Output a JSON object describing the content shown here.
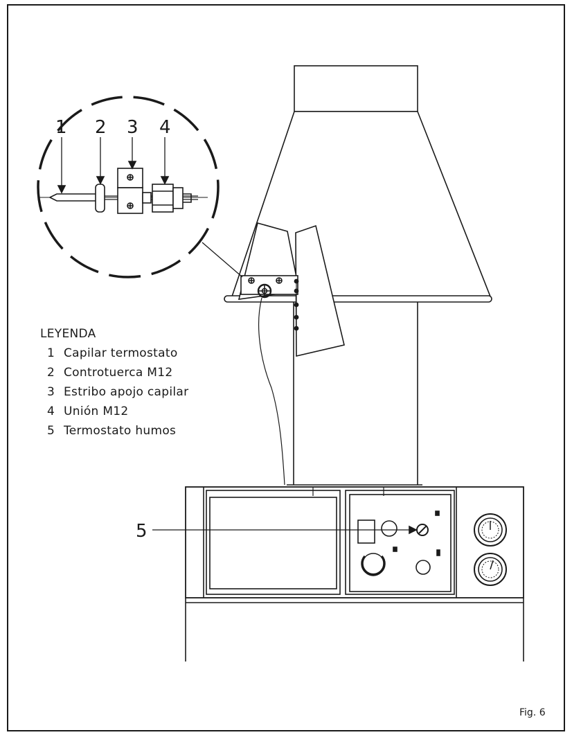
{
  "callouts": [
    "1",
    "2",
    "3",
    "4",
    "5"
  ],
  "legend": {
    "title": "LEYENDA",
    "items": [
      {
        "num": "1",
        "text": "Capilar termostato"
      },
      {
        "num": "2",
        "text": "Controtuerca M12"
      },
      {
        "num": "3",
        "text": "Estribo apojo capilar"
      },
      {
        "num": "4",
        "text": "Unión M12"
      },
      {
        "num": "5",
        "text": "Termostato humos"
      }
    ]
  },
  "figure_label": "Fig. 6",
  "colors": {
    "line": "#1a1a1a",
    "background": "#ffffff"
  }
}
